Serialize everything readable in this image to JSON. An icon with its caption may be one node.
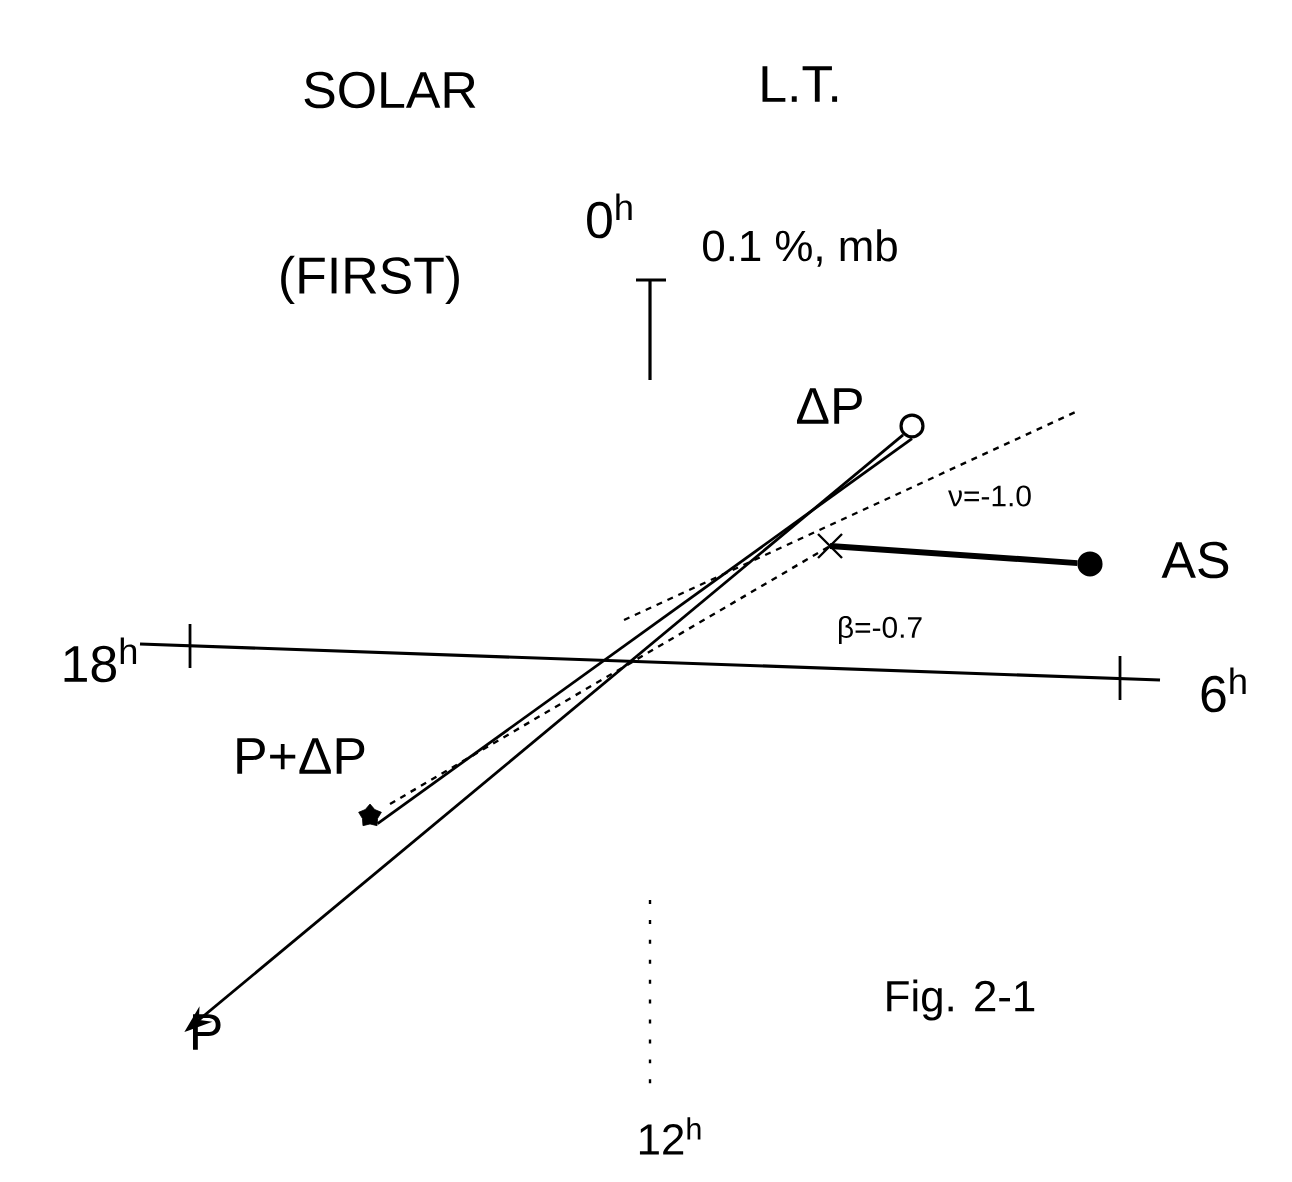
{
  "diagram": {
    "title": "SOLAR",
    "nodes": [
      {
        "text": [],
        "shape": "circle",
        "beside": [
          "ΔP"
        ]
      },
      {
        "text": [],
        "shape": "circle",
        "beside": [
          "AS"
        ]
      },
      {
        "text": [],
        "shape": "star",
        "beside": [
          "P+ΔP"
        ]
      },
      {
        "text": [
          "P"
        ]
      }
    ],
    "edges": [
      {
        "from": 0,
        "to": 3,
        "arrow": "to"
      },
      {
        "from": 0,
        "to": 2,
        "arrow": "none"
      },
      {
        "from": 1,
        "to": null,
        "arrow": "none",
        "style": "thick"
      }
    ],
    "labels": [
      "(FIRST)",
      "0$^{h}$",
      "L.T.",
      "0.1 %, mb",
      "ν=-1.0",
      "18$^{h}$",
      "β=-0.7",
      "6$^{h}$",
      "12$^{h}$"
    ],
    "caption": "Fig. 2-1"
  }
}
